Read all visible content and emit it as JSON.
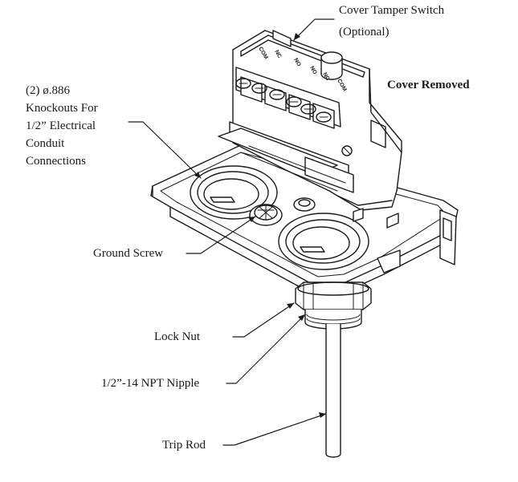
{
  "labels": {
    "cover_tamper_switch": "Cover Tamper Switch",
    "cover_tamper_optional": "(Optional)",
    "cover_removed": "Cover Removed",
    "knockouts": [
      "(2) ø.886",
      "Knockouts For",
      "1/2” Electrical",
      "Conduit",
      "Connections"
    ],
    "ground_screw": "Ground Screw",
    "lock_nut": "Lock Nut",
    "nipple": "1/2”-14 NPT Nipple",
    "trip_rod": "Trip Rod"
  },
  "terminal_marks": [
    "COM",
    "NC",
    "NO",
    "NO",
    "NC",
    "COM"
  ],
  "colors": {
    "ink": "#1a1a1a",
    "fill": "#ffffff",
    "shade": "#e8e8e8"
  }
}
